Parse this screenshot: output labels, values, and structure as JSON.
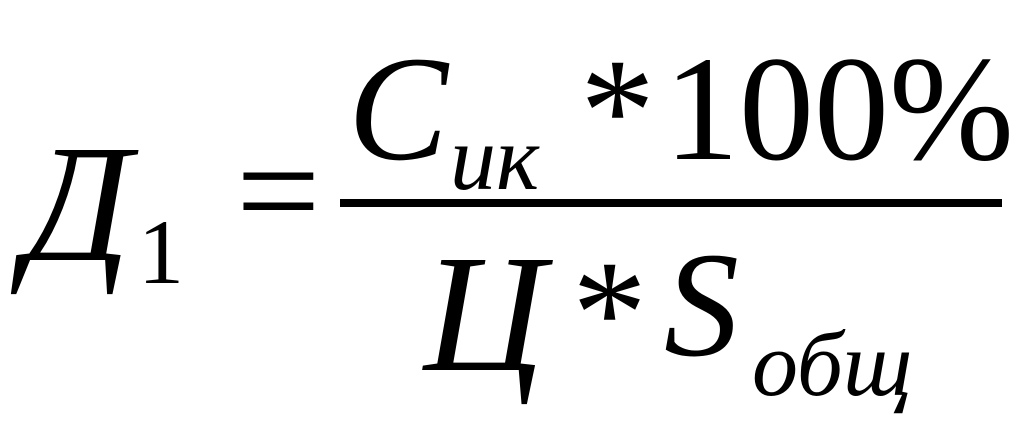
{
  "formula": {
    "lhs": {
      "symbol": "Д",
      "subscript": "1"
    },
    "equals": "=",
    "numerator": {
      "symbol": "С",
      "subscript": "ик",
      "operator": "*",
      "constant": "100%"
    },
    "denominator": {
      "symbol": "Ц",
      "operator": "*",
      "variable": "S",
      "subscript": "общ"
    }
  }
}
